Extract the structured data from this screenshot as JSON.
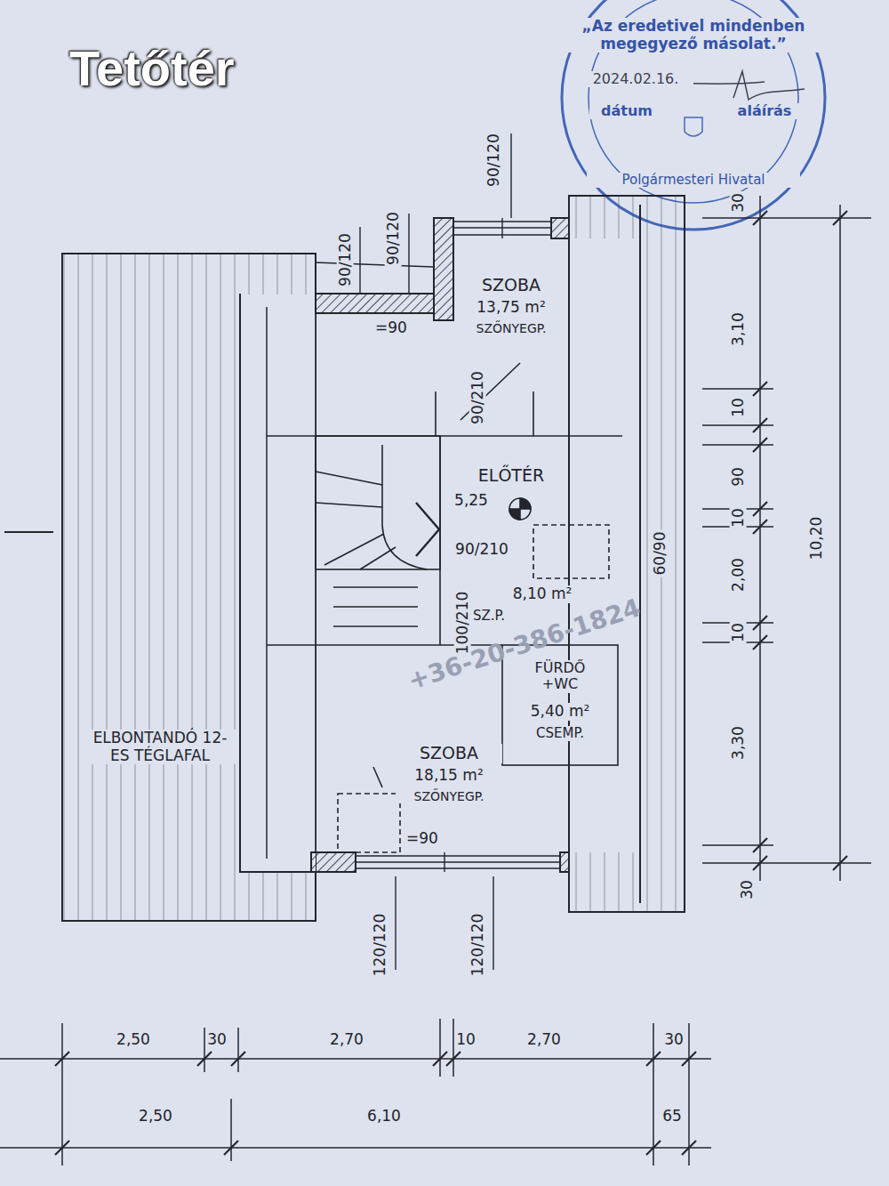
{
  "diagram": {
    "title": "Tetőtér",
    "nodes": [
      {
        "text": [
          "„Az eredetivel mindenben megegyező másolat.”",
          "2024.02.16.",
          "dátum",
          "aláírás",
          "Polgármesteri Hivatal"
        ]
      },
      {
        "text": [
          "SZOBA",
          "13,75 m²",
          "SZŐNYEGP."
        ]
      },
      {
        "text": [
          "ELŐTÉR",
          "8,10 m²",
          "SZ.P."
        ]
      },
      {
        "text": [
          "FÜRDŐ +WC",
          "5,40 m²",
          "CSEMP."
        ]
      },
      {
        "text": [
          "ELBONTANDÓ 12-ES TÉGLAFAL"
        ]
      },
      {
        "text": [
          "SZOBA",
          "18,15 m²",
          "SZŐNYEGP."
        ]
      }
    ],
    "labels": [
      "90/120",
      "90/120",
      "90/120",
      "=90",
      "90/210",
      "5,25",
      "90/210",
      "60/90",
      "100/210",
      "=90",
      "120/120",
      "120/120",
      "30",
      "3,10",
      "10",
      "90",
      "10",
      "2,00",
      "10",
      "3,30",
      "30",
      "10,20",
      "2,50",
      "30",
      "2,70",
      "10",
      "2,70",
      "30",
      "2,50",
      "6,10",
      "65",
      "+36-20-386-1824"
    ]
  }
}
